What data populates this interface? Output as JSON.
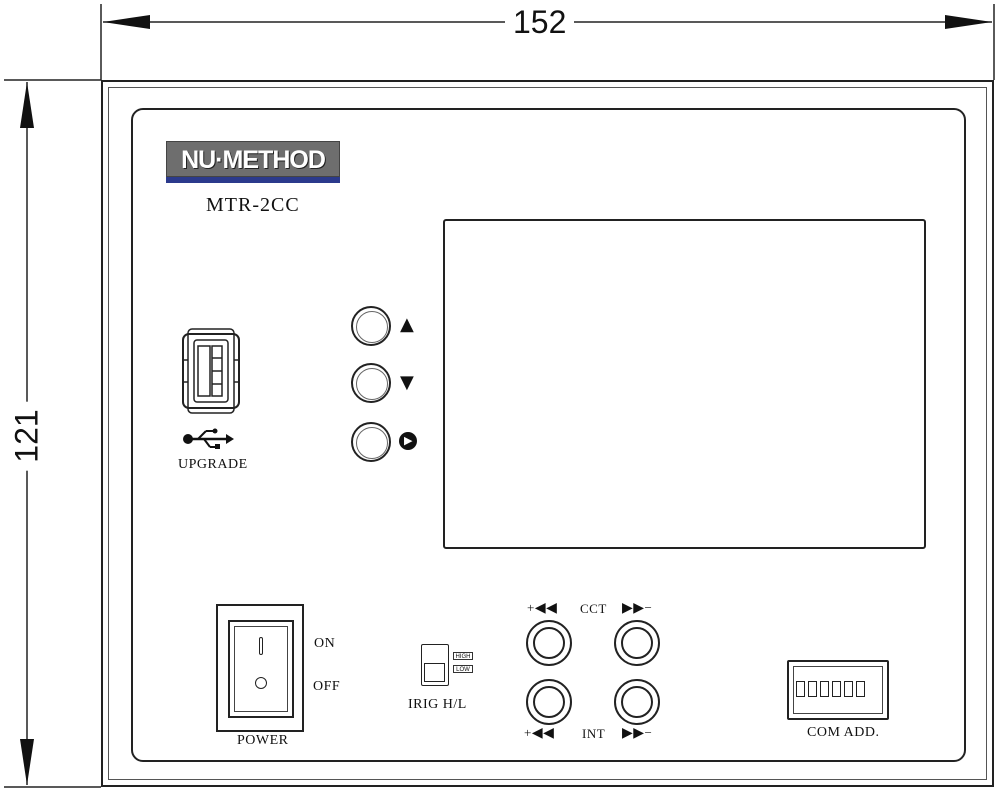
{
  "dimensions": {
    "width_label": "152",
    "height_label": "121"
  },
  "brand": {
    "name": "NU·METHOD",
    "model": "MTR-2CC"
  },
  "usb": {
    "label": "UPGRADE",
    "icon": "usb-icon"
  },
  "nav_keys": [
    {
      "name": "up-key",
      "icon": "triangle-up-icon",
      "glyph": "▲"
    },
    {
      "name": "down-key",
      "icon": "triangle-down-icon",
      "glyph": "▼"
    },
    {
      "name": "enter-key",
      "icon": "play-circle-icon",
      "glyph": "▶"
    }
  ],
  "power": {
    "label": "POWER",
    "on": "ON",
    "off": "OFF",
    "on_mark": "|",
    "off_mark": "O"
  },
  "irig": {
    "label": "IRIG H/L",
    "high": "HIGH",
    "low": "LOW"
  },
  "adjust": {
    "cct_label": "CCT",
    "int_label": "INT",
    "plus": "+",
    "minus": "−",
    "rewind_glyph": "◀◀",
    "forward_glyph": "▶▶"
  },
  "com": {
    "label": "COM ADD.",
    "switch_count": 6
  }
}
